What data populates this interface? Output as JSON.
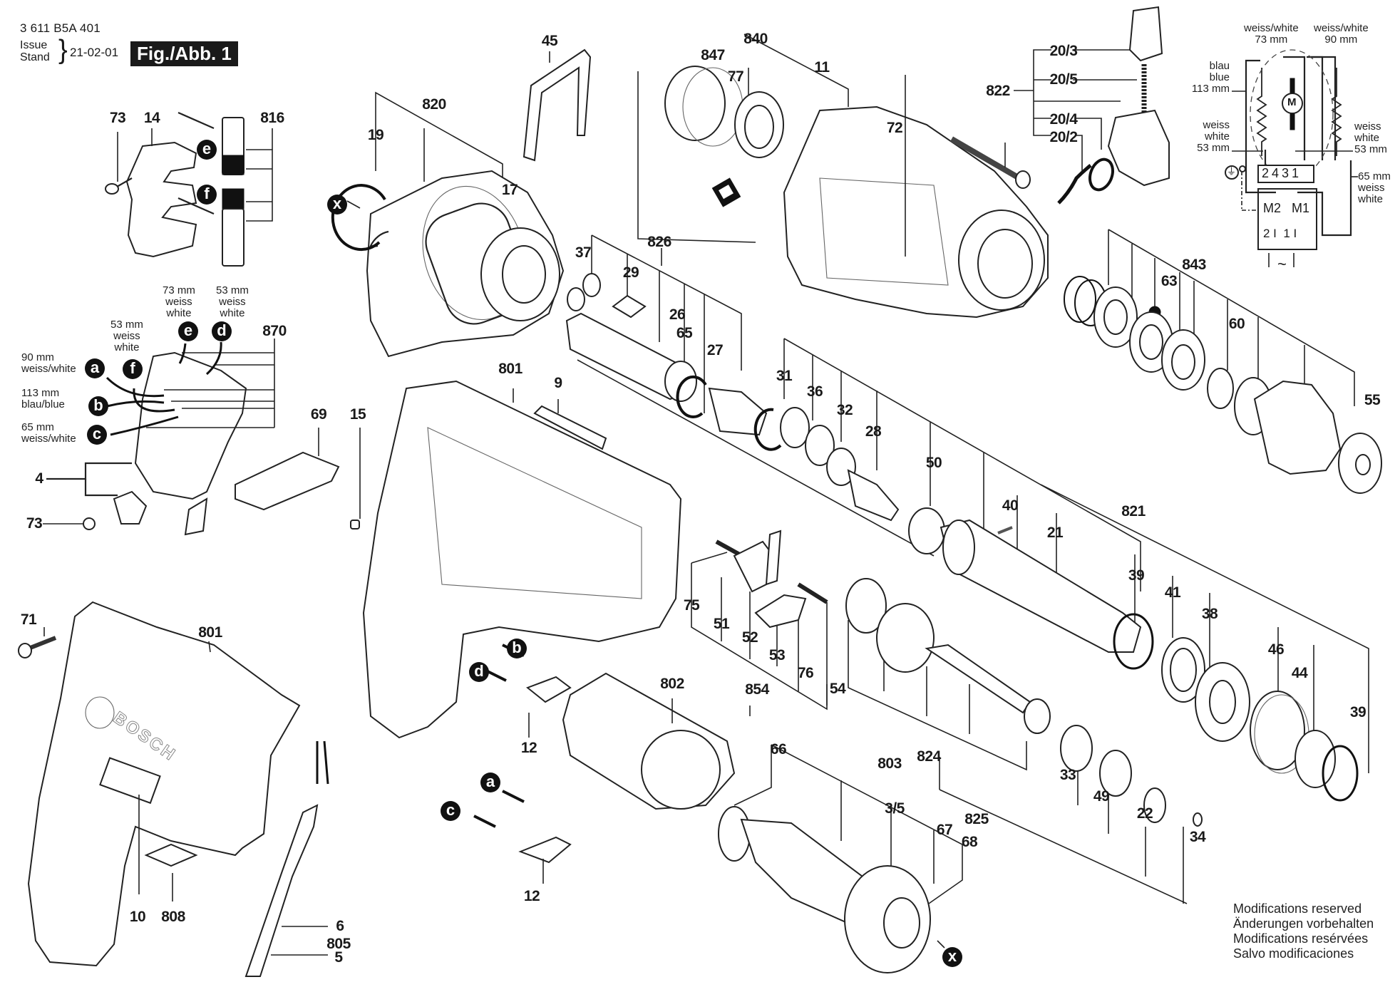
{
  "header": {
    "part_number": "3 611 B5A 401",
    "issue_label": "Issue",
    "stand_label": "Stand",
    "brace": "}",
    "date": "21-02-01",
    "figure_label": "Fig./Abb. 1"
  },
  "part_labels": [
    {
      "id": "73a",
      "text": "73"
    },
    {
      "id": "14",
      "text": "14"
    },
    {
      "id": "816",
      "text": "816"
    },
    {
      "id": "19",
      "text": "19"
    },
    {
      "id": "820",
      "text": "820"
    },
    {
      "id": "17",
      "text": "17"
    },
    {
      "id": "45",
      "text": "45"
    },
    {
      "id": "847",
      "text": "847"
    },
    {
      "id": "77",
      "text": "77"
    },
    {
      "id": "840",
      "text": "840"
    },
    {
      "id": "11",
      "text": "11"
    },
    {
      "id": "72",
      "text": "72"
    },
    {
      "id": "822",
      "text": "822"
    },
    {
      "id": "20_3",
      "text": "20/3"
    },
    {
      "id": "20_5",
      "text": "20/5"
    },
    {
      "id": "20_4",
      "text": "20/4"
    },
    {
      "id": "20_2",
      "text": "20/2"
    },
    {
      "id": "37",
      "text": "37"
    },
    {
      "id": "29",
      "text": "29"
    },
    {
      "id": "826",
      "text": "826"
    },
    {
      "id": "26",
      "text": "26"
    },
    {
      "id": "65",
      "text": "65"
    },
    {
      "id": "27",
      "text": "27"
    },
    {
      "id": "870",
      "text": "870"
    },
    {
      "id": "69",
      "text": "69"
    },
    {
      "id": "15",
      "text": "15"
    },
    {
      "id": "4",
      "text": "4"
    },
    {
      "id": "73b",
      "text": "73"
    },
    {
      "id": "801a",
      "text": "801"
    },
    {
      "id": "9",
      "text": "9"
    },
    {
      "id": "31",
      "text": "31"
    },
    {
      "id": "36",
      "text": "36"
    },
    {
      "id": "32",
      "text": "32"
    },
    {
      "id": "28",
      "text": "28"
    },
    {
      "id": "50",
      "text": "50"
    },
    {
      "id": "40",
      "text": "40"
    },
    {
      "id": "21",
      "text": "21"
    },
    {
      "id": "821",
      "text": "821"
    },
    {
      "id": "39a",
      "text": "39"
    },
    {
      "id": "41",
      "text": "41"
    },
    {
      "id": "38",
      "text": "38"
    },
    {
      "id": "46",
      "text": "46"
    },
    {
      "id": "44",
      "text": "44"
    },
    {
      "id": "39b",
      "text": "39"
    },
    {
      "id": "843",
      "text": "843"
    },
    {
      "id": "63",
      "text": "63"
    },
    {
      "id": "60",
      "text": "60"
    },
    {
      "id": "55",
      "text": "55"
    },
    {
      "id": "75",
      "text": "75"
    },
    {
      "id": "51",
      "text": "51"
    },
    {
      "id": "52",
      "text": "52"
    },
    {
      "id": "53",
      "text": "53"
    },
    {
      "id": "76",
      "text": "76"
    },
    {
      "id": "54",
      "text": "54"
    },
    {
      "id": "854",
      "text": "854"
    },
    {
      "id": "802",
      "text": "802"
    },
    {
      "id": "12a",
      "text": "12"
    },
    {
      "id": "12b",
      "text": "12"
    },
    {
      "id": "824",
      "text": "824"
    },
    {
      "id": "33",
      "text": "33"
    },
    {
      "id": "49",
      "text": "49"
    },
    {
      "id": "22",
      "text": "22"
    },
    {
      "id": "34",
      "text": "34"
    },
    {
      "id": "825",
      "text": "825"
    },
    {
      "id": "66",
      "text": "66"
    },
    {
      "id": "803",
      "text": "803"
    },
    {
      "id": "3_5",
      "text": "3/5"
    },
    {
      "id": "67",
      "text": "67"
    },
    {
      "id": "68",
      "text": "68"
    },
    {
      "id": "71",
      "text": "71"
    },
    {
      "id": "801b",
      "text": "801"
    },
    {
      "id": "10",
      "text": "10"
    },
    {
      "id": "808",
      "text": "808"
    },
    {
      "id": "6",
      "text": "6"
    },
    {
      "id": "805",
      "text": "805"
    },
    {
      "id": "5",
      "text": "5"
    }
  ],
  "connector_markers": {
    "a": "a",
    "b": "b",
    "c": "c",
    "d": "d",
    "e": "e",
    "f": "f",
    "x": "x"
  },
  "switch_wiring_notes": {
    "a_note": "90 mm\nweiss/white",
    "b_note": "113 mm\nblau/blue",
    "c_note": "65 mm\nweiss/white",
    "f_note": "53 mm\nweiss\nwhite",
    "e_note": "73 mm\nweiss\nwhite",
    "d_note": "53 mm\nweiss\nwhite"
  },
  "wiring_diagram": {
    "top_left_note": "weiss/white\n73 mm",
    "top_right_note": "weiss/white\n90 mm",
    "left_blue_note": "blau\nblue\n113 mm",
    "left_white_note": "weiss\nwhite\n53 mm",
    "right_white_note": "weiss\nwhite\n53 mm",
    "right_65_note": "65 mm\nweiss\nwhite",
    "motor_symbol": "M",
    "terminals": [
      "2",
      "4",
      "3",
      "1"
    ],
    "switch_m2": "M2",
    "switch_m1": "M1",
    "switch_in": "2 I  1 I",
    "ac_symbol": "~",
    "ground_symbol": "earth-ground"
  },
  "footer": {
    "mods_en": "Modifications reserved",
    "mods_de": "Änderungen vorbehalten",
    "mods_fr": "Modifications resérvées",
    "mods_es": "Salvo modificaciones"
  },
  "brand_on_housing": "BOSCH"
}
